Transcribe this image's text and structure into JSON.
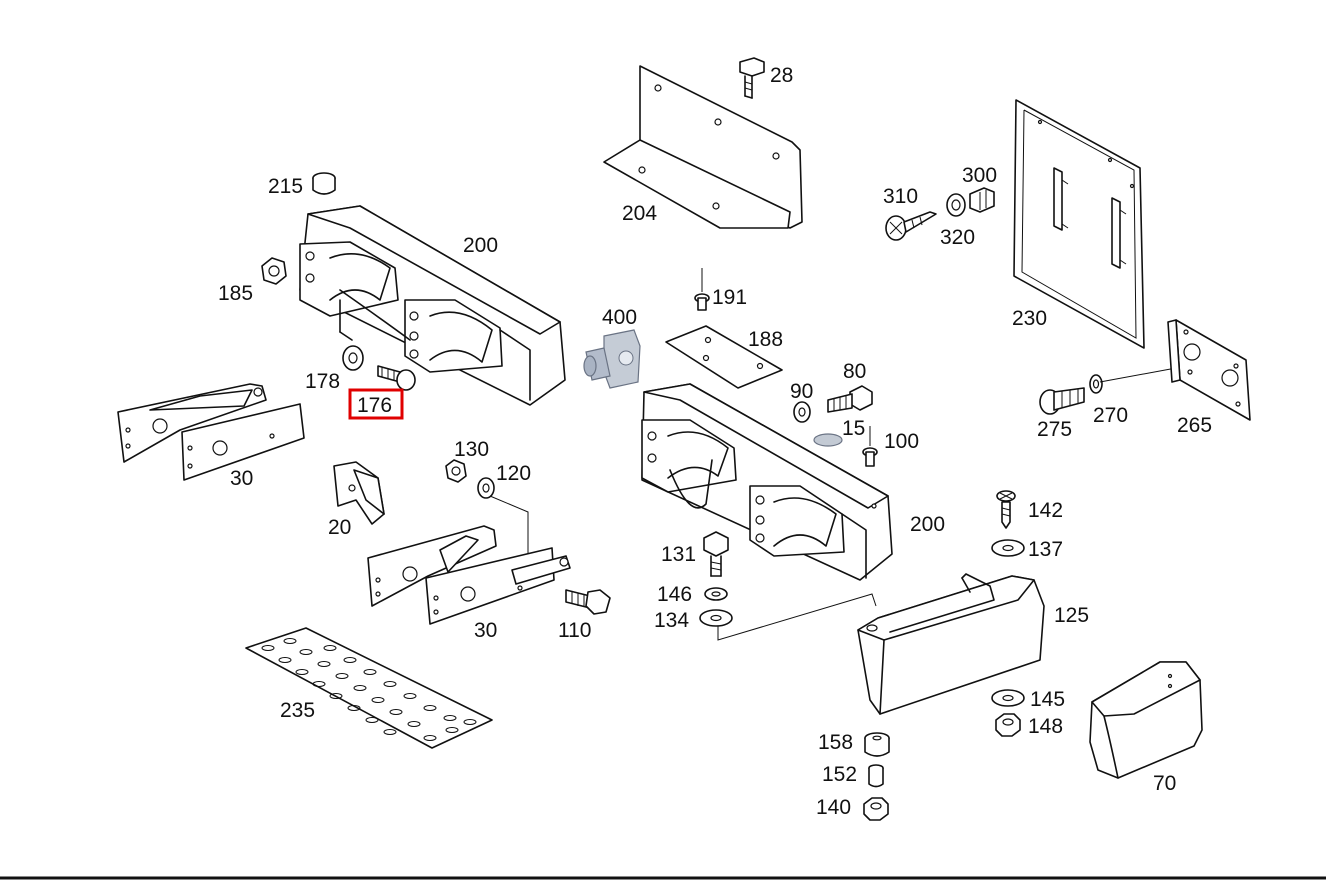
{
  "diagram": {
    "highlight_color": "#e00000",
    "highlighted_part": "176",
    "parts": [
      {
        "id": "p28",
        "label": "28"
      },
      {
        "id": "p204",
        "label": "204"
      },
      {
        "id": "p215",
        "label": "215"
      },
      {
        "id": "p200a",
        "label": "200"
      },
      {
        "id": "p185",
        "label": "185"
      },
      {
        "id": "p178",
        "label": "178"
      },
      {
        "id": "p176",
        "label": "176"
      },
      {
        "id": "p30a",
        "label": "30"
      },
      {
        "id": "p310",
        "label": "310"
      },
      {
        "id": "p300",
        "label": "300"
      },
      {
        "id": "p320",
        "label": "320"
      },
      {
        "id": "p230",
        "label": "230"
      },
      {
        "id": "p191",
        "label": "191"
      },
      {
        "id": "p400",
        "label": "400"
      },
      {
        "id": "p188",
        "label": "188"
      },
      {
        "id": "p80",
        "label": "80"
      },
      {
        "id": "p90",
        "label": "90"
      },
      {
        "id": "p15",
        "label": "15"
      },
      {
        "id": "p100",
        "label": "100"
      },
      {
        "id": "p275",
        "label": "275"
      },
      {
        "id": "p270",
        "label": "270"
      },
      {
        "id": "p265",
        "label": "265"
      },
      {
        "id": "p130",
        "label": "130"
      },
      {
        "id": "p120",
        "label": "120"
      },
      {
        "id": "p20",
        "label": "20"
      },
      {
        "id": "p30b",
        "label": "30"
      },
      {
        "id": "p110",
        "label": "110"
      },
      {
        "id": "p200b",
        "label": "200"
      },
      {
        "id": "p142",
        "label": "142"
      },
      {
        "id": "p137",
        "label": "137"
      },
      {
        "id": "p131",
        "label": "131"
      },
      {
        "id": "p146",
        "label": "146"
      },
      {
        "id": "p134",
        "label": "134"
      },
      {
        "id": "p125",
        "label": "125"
      },
      {
        "id": "p235",
        "label": "235"
      },
      {
        "id": "p145",
        "label": "145"
      },
      {
        "id": "p148",
        "label": "148"
      },
      {
        "id": "p158",
        "label": "158"
      },
      {
        "id": "p152",
        "label": "152"
      },
      {
        "id": "p140",
        "label": "140"
      },
      {
        "id": "p70",
        "label": "70"
      }
    ]
  }
}
